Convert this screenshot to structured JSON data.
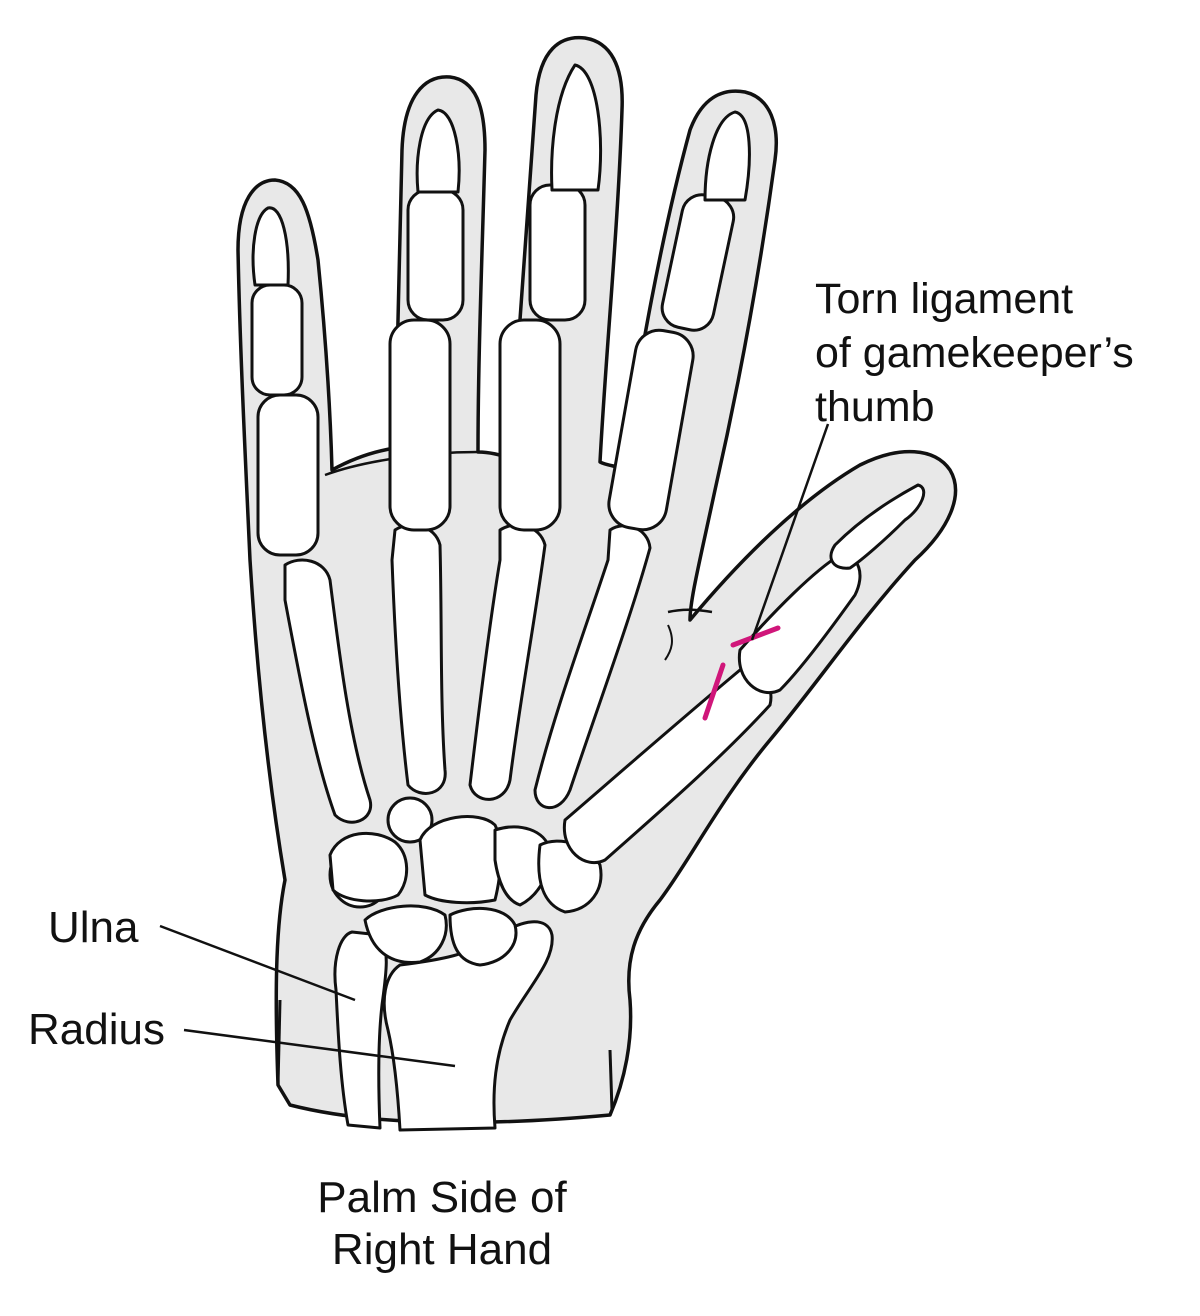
{
  "labels": {
    "torn_ligament": {
      "lines": [
        "Torn ligament",
        "of gamekeeper’s",
        "thumb"
      ]
    },
    "ulna": "Ulna",
    "radius": "Radius",
    "caption": {
      "lines": [
        "Palm Side of",
        "Right Hand"
      ]
    }
  },
  "colors": {
    "background": "#ffffff",
    "skin": "#e8e8e8",
    "bone": "#ffffff",
    "outline": "#111111",
    "ligament_tear": "#d0167a"
  },
  "icons": [
    "hand-skeleton-illustration"
  ]
}
